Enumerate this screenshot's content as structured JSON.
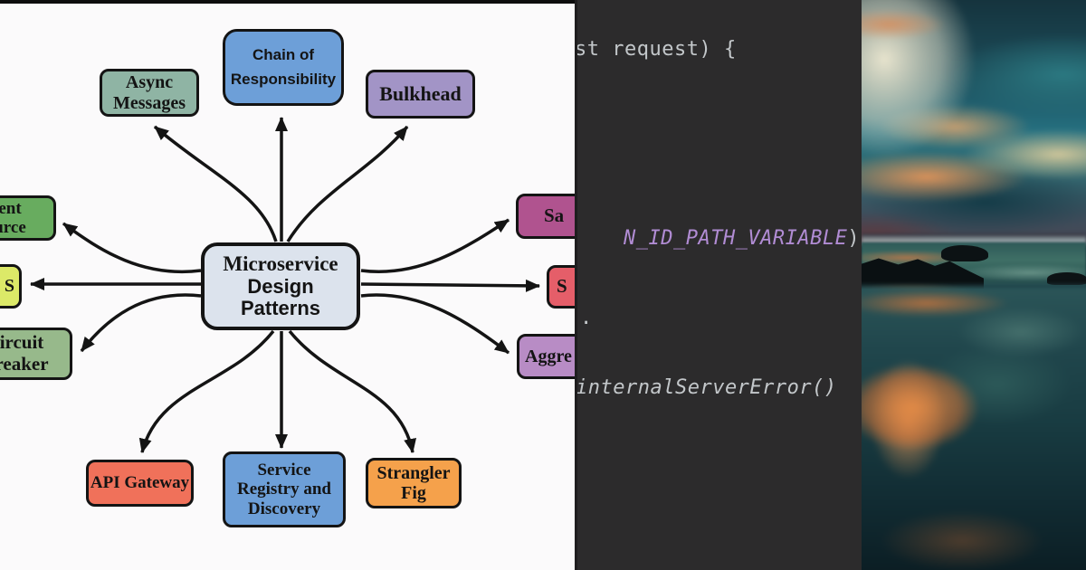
{
  "diagram": {
    "center": {
      "line1": "Microservice",
      "line2": "Design\nPatterns",
      "bg": "#dce3ed"
    },
    "nodes": {
      "async": {
        "label": "Async\nMessages",
        "bg": "#8fb4a4"
      },
      "chain": {
        "label": "Chain of\nResponsibility",
        "bg": "#6d9fd8"
      },
      "bulkhead": {
        "label": "Bulkhead",
        "bg": "#a294c6"
      },
      "event_source_clipped": {
        "label": "ent\nurce",
        "bg": "#68ac5f"
      },
      "cqrs_clipped": {
        "label": "S",
        "bg": "#dce968"
      },
      "circuit_breaker_clipped": {
        "label": "ircuit\nreaker",
        "bg": "#97b98b"
      },
      "saga_clipped": {
        "label": "Sa",
        "bg": "#b0538f"
      },
      "s_red_clipped": {
        "label": "S",
        "bg": "#e55e69"
      },
      "aggregator_clipped": {
        "label": "Aggre",
        "bg": "#b88cc5"
      },
      "api_gateway": {
        "label": "API Gateway",
        "bg": "#f0715a"
      },
      "registry": {
        "label": "Service\nRegistry and\nDiscovery",
        "bg": "#6d9fd8"
      },
      "strangler": {
        "label": "Strangler\nFig",
        "bg": "#f5a14b"
      }
    },
    "arrow_color": "#141414"
  },
  "code_panel": {
    "bg": "#2c2b2c",
    "text_color": "#c3c7ca",
    "constant_color": "#b18cd4",
    "lines": {
      "l1": {
        "text": "st request) {"
      },
      "l2": {
        "text": "N_ID_PATH_VARIABLE",
        "suffix": ")"
      },
      "l3": {
        "text": "."
      },
      "l4": {
        "text": "internalServerError()"
      }
    }
  },
  "photo": {
    "subject": "sunset-sky-reflected-in-coastal-water",
    "palette": {
      "sky_teal": "#257080",
      "glow_cream": "#f2ecd4",
      "cloud_orange": "#e8965c",
      "water_dark": "#112b32",
      "reflection_orange": "#d27038",
      "rock_black": "#0a1012"
    }
  }
}
